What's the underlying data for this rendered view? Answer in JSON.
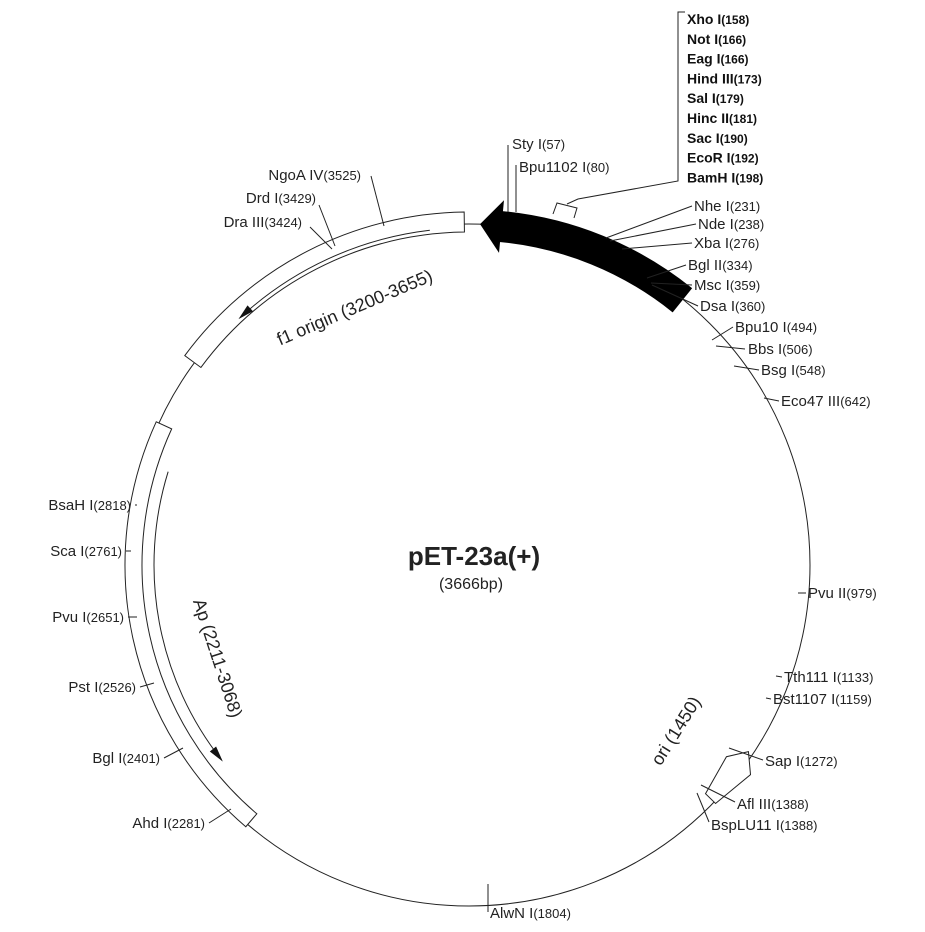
{
  "plasmid": {
    "name": "pET-23a(+)",
    "size": "(3666bp)",
    "length": 3666
  },
  "sites": [
    {
      "name": "Sty I",
      "pos": "(57)"
    },
    {
      "name": "Bpu1102 I",
      "pos": "(80)"
    },
    {
      "name": "Nhe I",
      "pos": "(231)"
    },
    {
      "name": "Nde I",
      "pos": "(238)"
    },
    {
      "name": "Xba I",
      "pos": "(276)"
    },
    {
      "name": "Bgl II",
      "pos": "(334)"
    },
    {
      "name": "Msc I",
      "pos": "(359)"
    },
    {
      "name": "Dsa I",
      "pos": "(360)"
    },
    {
      "name": "Bpu10 I",
      "pos": "(494)"
    },
    {
      "name": "Bbs I",
      "pos": "(506)"
    },
    {
      "name": "Bsg I",
      "pos": "(548)"
    },
    {
      "name": "Eco47 III",
      "pos": "(642)"
    },
    {
      "name": "Pvu II",
      "pos": "(979)"
    },
    {
      "name": "Tth111 I",
      "pos": "(1133)"
    },
    {
      "name": "Bst1107 I",
      "pos": "(1159)"
    },
    {
      "name": "Sap I",
      "pos": "(1272)"
    },
    {
      "name": "Afl III",
      "pos": "(1388)"
    },
    {
      "name": "BspLU11 I",
      "pos": "(1388)"
    },
    {
      "name": "AlwN I",
      "pos": "(1804)"
    },
    {
      "name": "Ahd I",
      "pos": "(2281)"
    },
    {
      "name": "Bgl I",
      "pos": "(2401)"
    },
    {
      "name": "Pst I",
      "pos": "(2526)"
    },
    {
      "name": "Pvu I",
      "pos": "(2651)"
    },
    {
      "name": "Sca I",
      "pos": "(2761)"
    },
    {
      "name": "BsaH I",
      "pos": "(2818)"
    },
    {
      "name": "Dra III",
      "pos": "(3424)"
    },
    {
      "name": "Drd I",
      "pos": "(3429)"
    },
    {
      "name": "NgoA IV",
      "pos": "(3525)"
    }
  ],
  "mcs_sites": [
    {
      "name": "Xho I",
      "pos": "(158)"
    },
    {
      "name": "Not I",
      "pos": "(166)"
    },
    {
      "name": "Eag I",
      "pos": "(166)"
    },
    {
      "name": "Hind III",
      "pos": "(173)"
    },
    {
      "name": "Sal I",
      "pos": "(179)"
    },
    {
      "name": "Hinc II",
      "pos": "(181)"
    },
    {
      "name": "Sac I",
      "pos": "(190)"
    },
    {
      "name": "EcoR I",
      "pos": "(192)"
    },
    {
      "name": "BamH I",
      "pos": "(198)"
    }
  ],
  "features": [
    {
      "label": "f1 origin (3200-3655)"
    },
    {
      "label": "Ap (2211-3068)"
    },
    {
      "label": "ori (1450)"
    }
  ]
}
